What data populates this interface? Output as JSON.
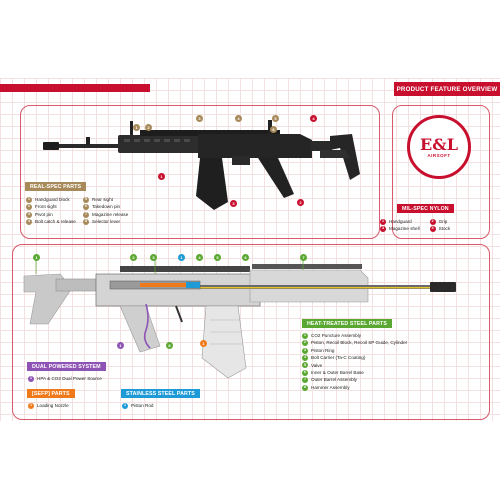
{
  "header": {
    "title": "PRODUCT FEATURE OVERVIEW"
  },
  "logo": {
    "mark": "E&L",
    "sub": "AIRSOFT"
  },
  "real_spec": {
    "title": "REAL-SPEC PARTS",
    "col1": [
      {
        "n": "1",
        "label": "Handguard block"
      },
      {
        "n": "2",
        "label": "Front sight"
      },
      {
        "n": "3",
        "label": "Pivot pin"
      },
      {
        "n": "4",
        "label": "Bolt catch & release"
      }
    ],
    "col2": [
      {
        "n": "5",
        "label": "Rear sight"
      },
      {
        "n": "6",
        "label": "Takedown pin"
      },
      {
        "n": "7",
        "label": "Magazine release"
      },
      {
        "n": "8",
        "label": "Selector lever"
      }
    ]
  },
  "mil_spec": {
    "title": "MIL-SPEC NYLON",
    "items": [
      {
        "n": "1",
        "label": "Handguard"
      },
      {
        "n": "2",
        "label": "Grip"
      },
      {
        "n": "3",
        "label": "Magazine shell"
      },
      {
        "n": "4",
        "label": "Stock"
      }
    ]
  },
  "heat_treated": {
    "title": "HEAT-TREATED STEEL PARTS",
    "items": [
      {
        "n": "1",
        "label": "CO2 Puncture  Assembly"
      },
      {
        "n": "2",
        "label": "Piston, Recoil Block, Recoil SP Guide, Cylinder"
      },
      {
        "n": "3",
        "label": "Piston Ring"
      },
      {
        "n": "4",
        "label": "Bolt Carrier (Ta-C Coating)"
      },
      {
        "n": "5",
        "label": "Valve"
      },
      {
        "n": "6",
        "label": "Inner & Outer Barrel Base"
      },
      {
        "n": "7",
        "label": "Outer Barrel Assembly"
      },
      {
        "n": "8",
        "label": "Hammer Assembly"
      }
    ]
  },
  "dual_powered": {
    "title": "DUAL POWERED SYSTEM",
    "items": [
      {
        "n": "1",
        "label": "HPA & CO2 Dual Power Source"
      }
    ]
  },
  "sefp": {
    "title": "[SEFP] PARTS",
    "items": [
      {
        "n": "1",
        "label": "Loading Nozzle"
      }
    ]
  },
  "stainless": {
    "title": "STAINLESS STEEL PARTS",
    "items": [
      {
        "n": "1",
        "label": "Piston Rod"
      }
    ]
  },
  "colors": {
    "accent_red": "#c8102e",
    "real_spec_tan": "#a88a5a",
    "heat_green": "#5aa832",
    "dual_purple": "#8e54b5",
    "sefp_orange": "#f07a1a",
    "stainless_blue": "#1e9ad6"
  }
}
